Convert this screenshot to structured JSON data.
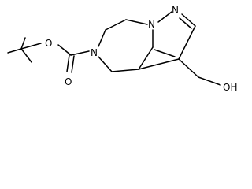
{
  "molecule": {
    "atom_labels": {
      "ester_oxygen": "O",
      "carbonyl_oxygen": "O",
      "ring_nitrogen_5": "N",
      "ring_nitrogen_1": "N",
      "ring_nitrogen_2": "N",
      "hydroxyl": "OH"
    },
    "colors": {
      "bond": "#000000",
      "label": "#000000",
      "background": "#ffffff"
    }
  }
}
